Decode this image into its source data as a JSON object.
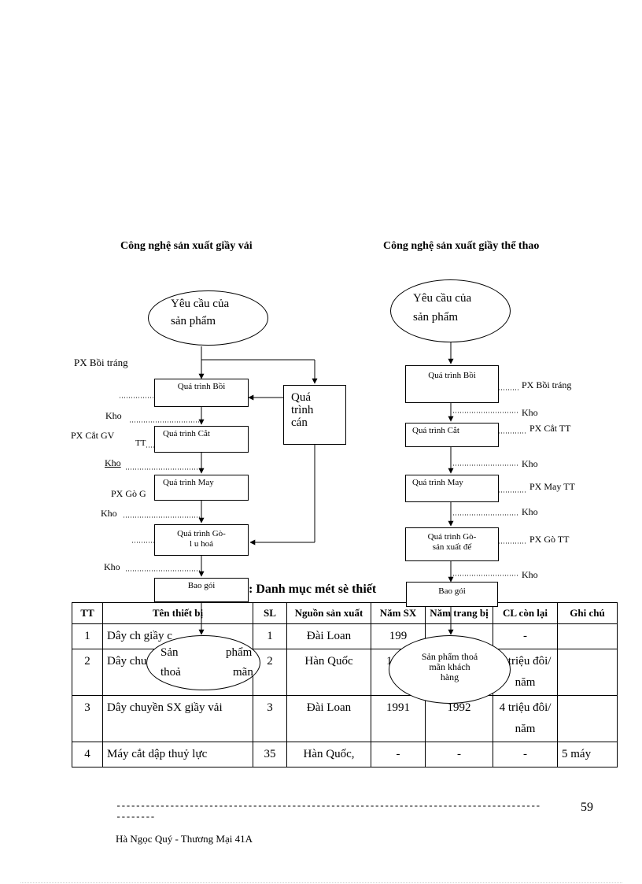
{
  "left_chart": {
    "title": "Công nghệ sản xuất giầy vải",
    "start": [
      "Yêu cầu của",
      "sản phẩm"
    ],
    "steps": [
      "Quá trình Bồi",
      "Quá trình Cắt",
      "Quá trình May",
      "Quá trình Gò-",
      "l u hoá",
      "Bao gói"
    ],
    "side_process": [
      "Quá",
      "trình",
      "cán"
    ],
    "end": [
      "Sản",
      "phẩm",
      "thoả",
      "mãn"
    ],
    "labels": [
      "PX Bồi tráng",
      "Kho",
      "PX Cắt GV",
      "TT",
      "Kho",
      "PX Gò G",
      "Kho",
      "Kho"
    ]
  },
  "right_chart": {
    "title": "Công nghệ sản xuất giầy thể thao",
    "start": [
      "Yêu cầu của",
      "sản phẩm"
    ],
    "steps": [
      "Quá trình Bồi",
      "Quá trình Cắt",
      "Quá trình May",
      "Quá trình Gò-",
      "sản xuất đế",
      "Bao gói"
    ],
    "end": [
      "Sản phẩm thoả",
      "mãn khách",
      "hàng"
    ],
    "labels": [
      "PX Bồi tráng",
      "Kho",
      "PX Cắt TT",
      "Kho",
      "PX May TT",
      "Kho",
      "PX Gò TT",
      "Kho"
    ]
  },
  "table": {
    "caption": ": Danh mục mét sè thiết",
    "headers": [
      "TT",
      "Tên thiết bị",
      "SL",
      "Nguồn sản xuất",
      "Năm SX",
      "Năm trang bị",
      "CL còn lại",
      "Ghi chú"
    ],
    "rows": [
      [
        "1",
        "Dây ch giầy c",
        "1",
        "Đài Loan",
        "199",
        "",
        "-",
        ""
      ],
      [
        "2",
        "Dây chuyền SX giầy TT",
        "2",
        "Hàn Quốc",
        "1996",
        "",
        "1 triệu đôi/ năm",
        ""
      ],
      [
        "3",
        "Dây chuyền SX giầy vải",
        "3",
        "Đài Loan",
        "1991",
        "1992",
        "4 triệu đôi/ năm",
        ""
      ],
      [
        "4",
        "Máy cắt dập thuỷ lực",
        "35",
        "Hàn Quốc,",
        "-",
        "-",
        "-",
        "5 máy"
      ]
    ]
  },
  "footer": {
    "dashes": "---------------------------------------------------------------------------------------",
    "dashes_2": "--------",
    "page_number": "59",
    "author": "Hà Ngọc Quý - Thương Mại 41A"
  }
}
